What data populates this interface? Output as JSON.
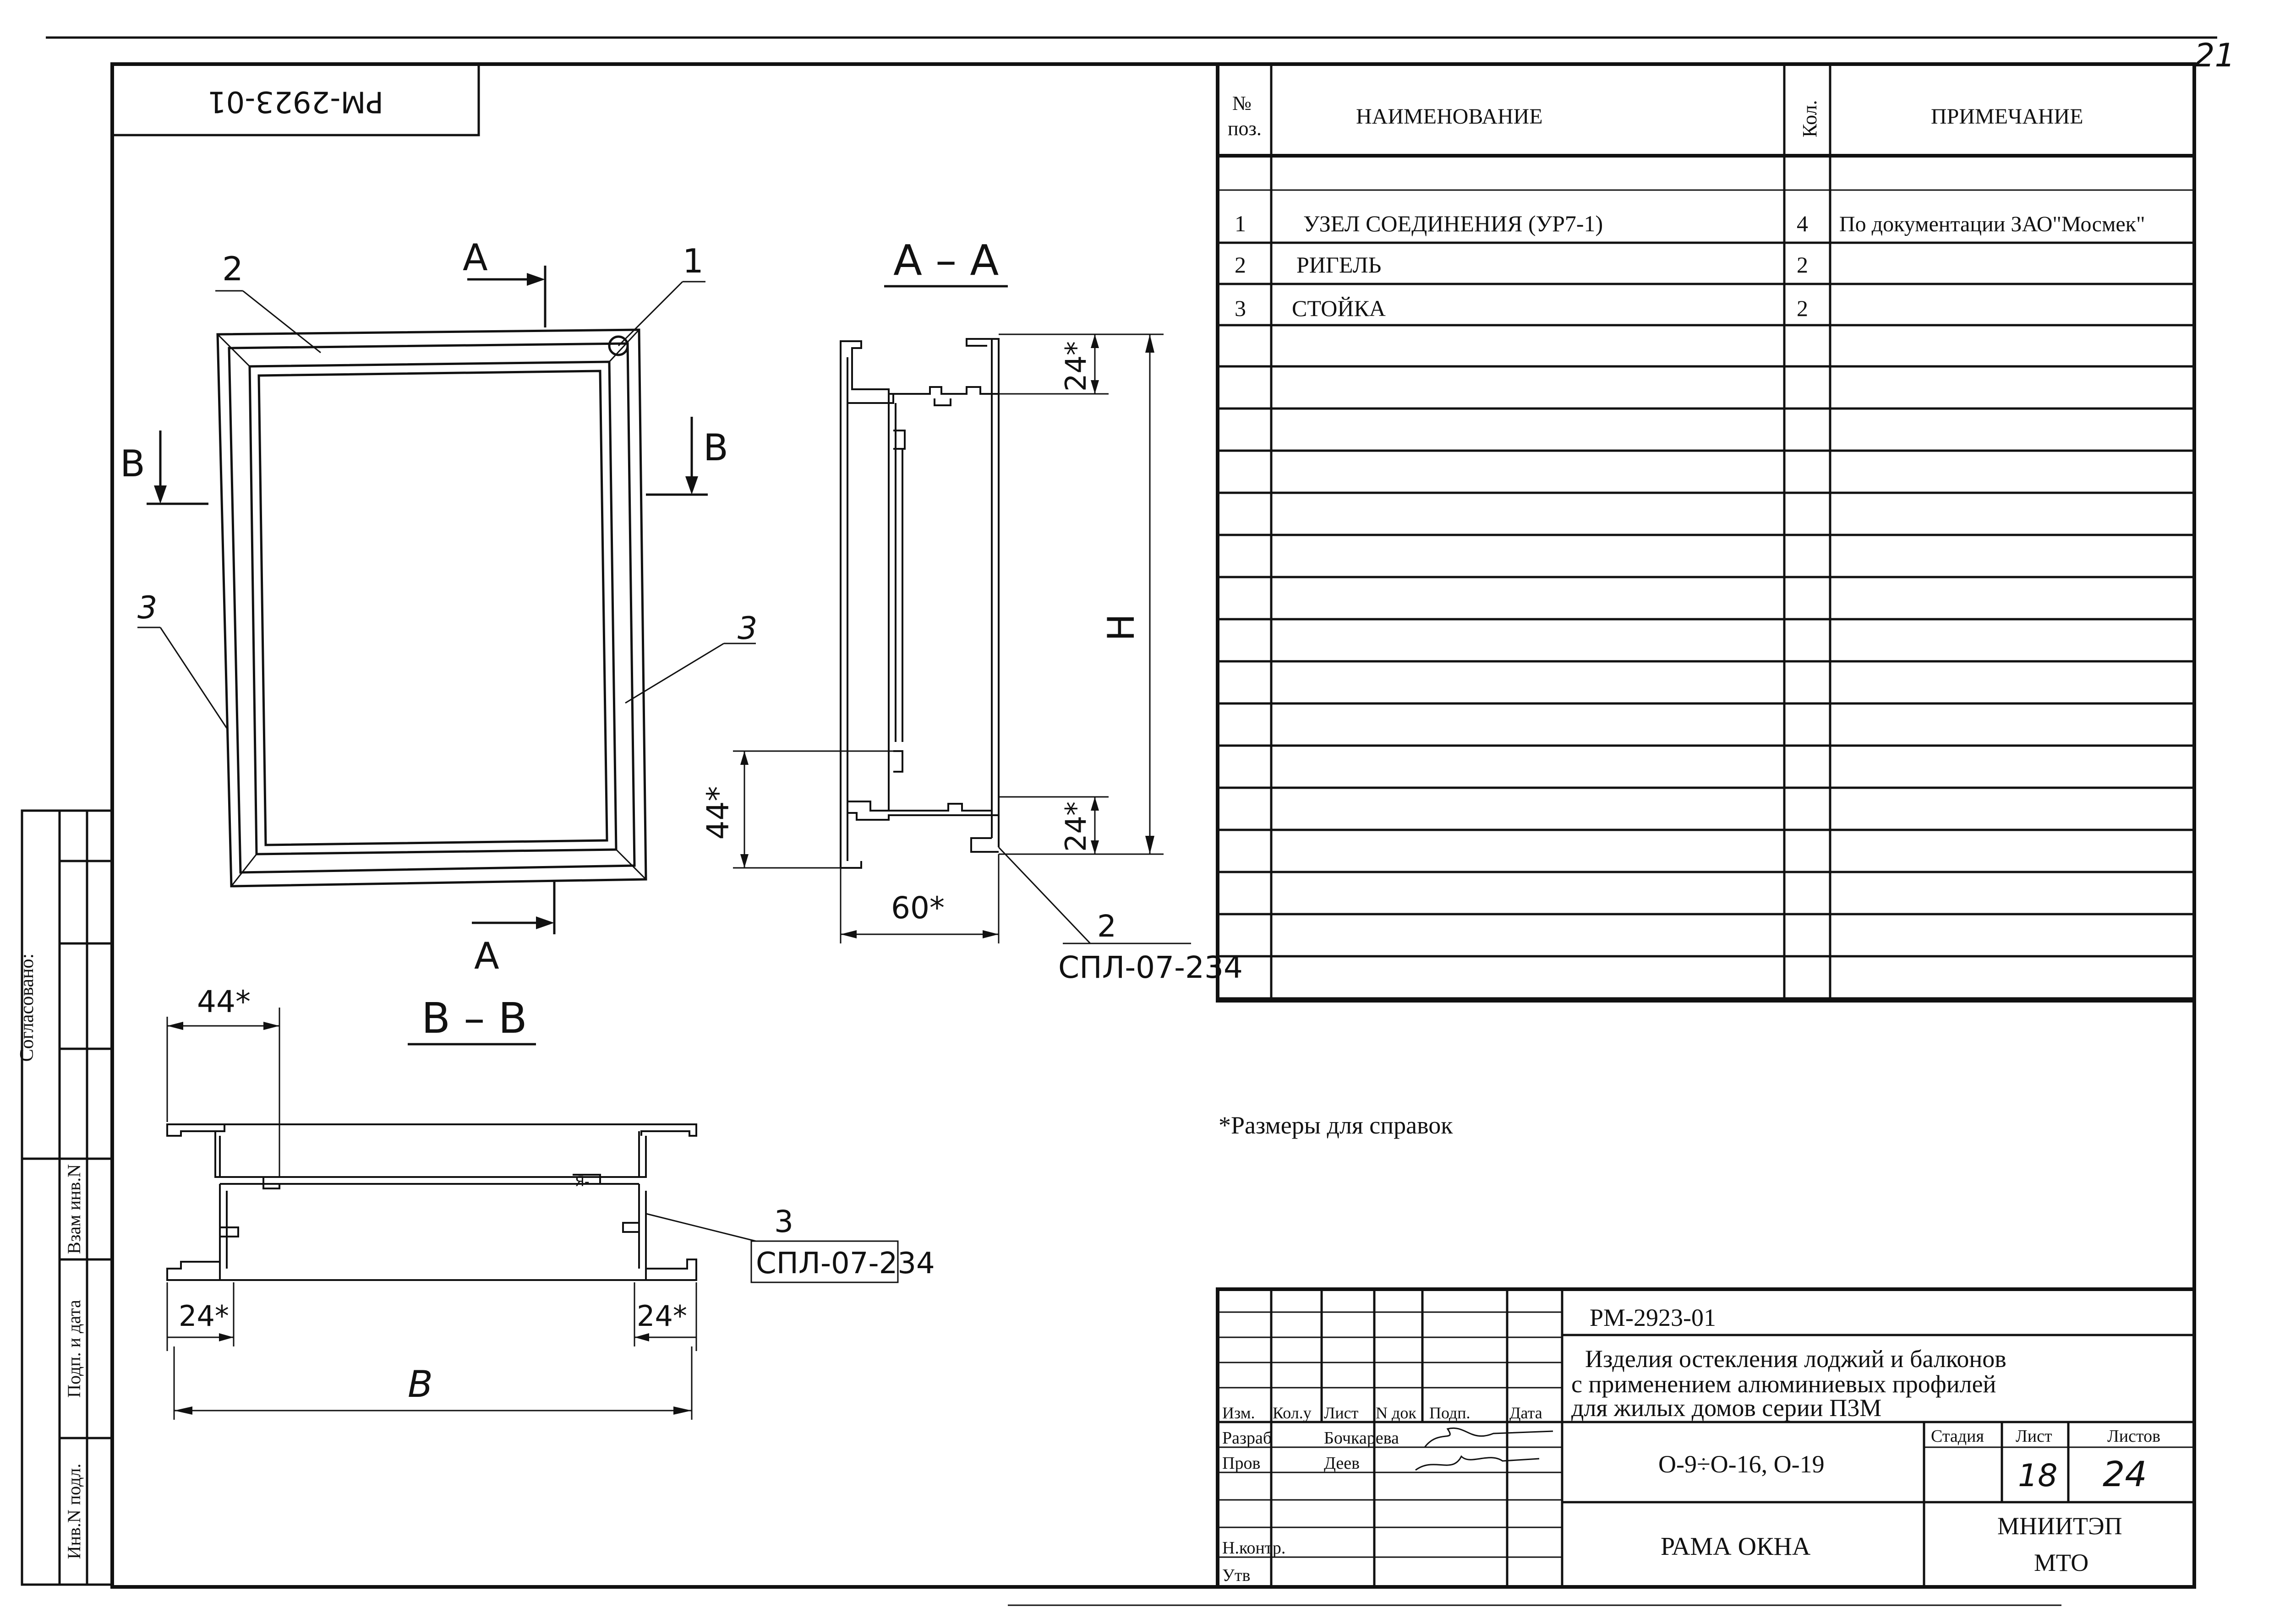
{
  "page_number": "21",
  "stamp_code": "РМ-2923-01",
  "drawing": {
    "section_aa": "А – А",
    "section_bb": "В – В",
    "cut_a": "А",
    "cut_b": "В",
    "pos1": "1",
    "pos2": "2",
    "pos3": "3",
    "dim_h": "Н",
    "dim_b": "В",
    "dim_24": "24*",
    "dim_44": "44*",
    "dim_60": "60*",
    "profile_code": "СПЛ-07-234",
    "note": "*Размеры для справок"
  },
  "spec_table": {
    "headers": {
      "pos": "№",
      "pos2": "поз.",
      "name": "НАИМЕНОВАНИЕ",
      "qty": "Кол.",
      "note": "ПРИМЕЧАНИЕ"
    },
    "rows": [
      {
        "pos": "1",
        "name": "УЗЕЛ СОЕДИНЕНИЯ   (УР7-1)",
        "qty": "4",
        "note": "По документации ЗАО\"Мосмек\""
      },
      {
        "pos": "2",
        "name": "РИГЕЛЬ",
        "qty": "2",
        "note": ""
      },
      {
        "pos": "3",
        "name": "СТОЙКА",
        "qty": "2",
        "note": ""
      }
    ]
  },
  "side_stamp": {
    "agreed": "Согласовано:",
    "inv_replace": "Взам инв.N",
    "sign_date": "Подп. и дата",
    "inv_orig": "Инв.N подл."
  },
  "title_block": {
    "code": "РМ-2923-01",
    "title_line1": "Изделия остекления лоджий и балконов",
    "title_line2": "с применением алюминиевых профилей",
    "title_line3": "для жилых домов серии П3М",
    "col_izm": "Изм.",
    "col_kolu": "Кол.у",
    "col_list": "Лист",
    "col_ndok": "N док",
    "col_podp": "Подп.",
    "col_data": "Дата",
    "role_razrab": "Разраб",
    "name_razrab": "Бочкарева",
    "role_prov": "Пров",
    "name_prov": "Деев",
    "role_nkontr": "Н.контр.",
    "role_utv": "Утв",
    "marks": "О-9÷О-16, О-19",
    "stage_label": "Стадия",
    "sheet_label": "Лист",
    "sheets_label": "Листов",
    "sheet_value": "18",
    "sheets_value": "24",
    "drawing_name": "РАМА  ОКНА",
    "org_line1": "МНИИТЭП",
    "org_line2": "МТО"
  }
}
